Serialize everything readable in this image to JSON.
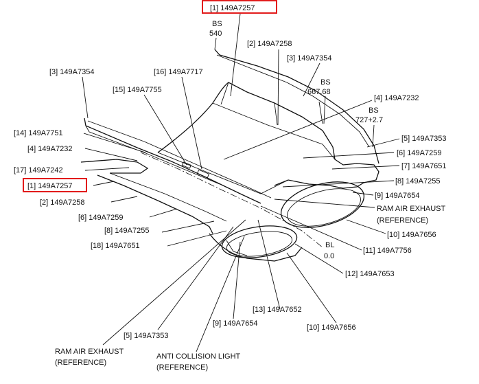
{
  "labels": {
    "l1_top": "[1] 149A7257",
    "l1_left": "[1] 149A7257",
    "l2_top": "[2] 149A7258",
    "l2_left": "[2] 149A7258",
    "l3_left": "[3] 149A7354",
    "l3_right": "[3] 149A7354",
    "l4_right": "[4] 149A7232",
    "l4_left": "[4] 149A7232",
    "l5_right": "[5] 149A7353",
    "l5_bottom": "[5] 149A7353",
    "l6_right": "[6] 149A7259",
    "l6_left": "[6] 149A7259",
    "l7": "[7] 149A7651",
    "l8_right": "[8] 149A7255",
    "l8_left": "[8] 149A7255",
    "l9_right": "[9] 149A7654",
    "l9_bottom": "[9] 149A7654",
    "l10_right": "[10] 149A7656",
    "l10_bottom": "[10] 149A7656",
    "l11": "[11] 149A7756",
    "l12": "[12] 149A7653",
    "l13": "[13] 149A7652",
    "l14": "[14] 149A7751",
    "l15": "[15] 149A7755",
    "l16": "[16] 149A7717",
    "l17": "[17] 149A7242",
    "l18": "[18] 149A7651"
  },
  "stations": {
    "bs540_line1": "BS",
    "bs540_line2": "540",
    "bs667_line1": "BS",
    "bs667_line2": "667.68",
    "bs727_line1": "BS",
    "bs727_line2": "727+2.7",
    "bl_line1": "BL",
    "bl_line2": "0.0"
  },
  "notes": {
    "ram_right_line1": "RAM AIR EXHAUST",
    "ram_right_line2": "(REFERENCE)",
    "ram_bottom_line1": "RAM AIR EXHAUST",
    "ram_bottom_line2": "(REFERENCE)",
    "anti_line1": "ANTI COLLISION LIGHT",
    "anti_line2": "(REFERENCE)"
  },
  "highlight_color": "#e21b1b"
}
